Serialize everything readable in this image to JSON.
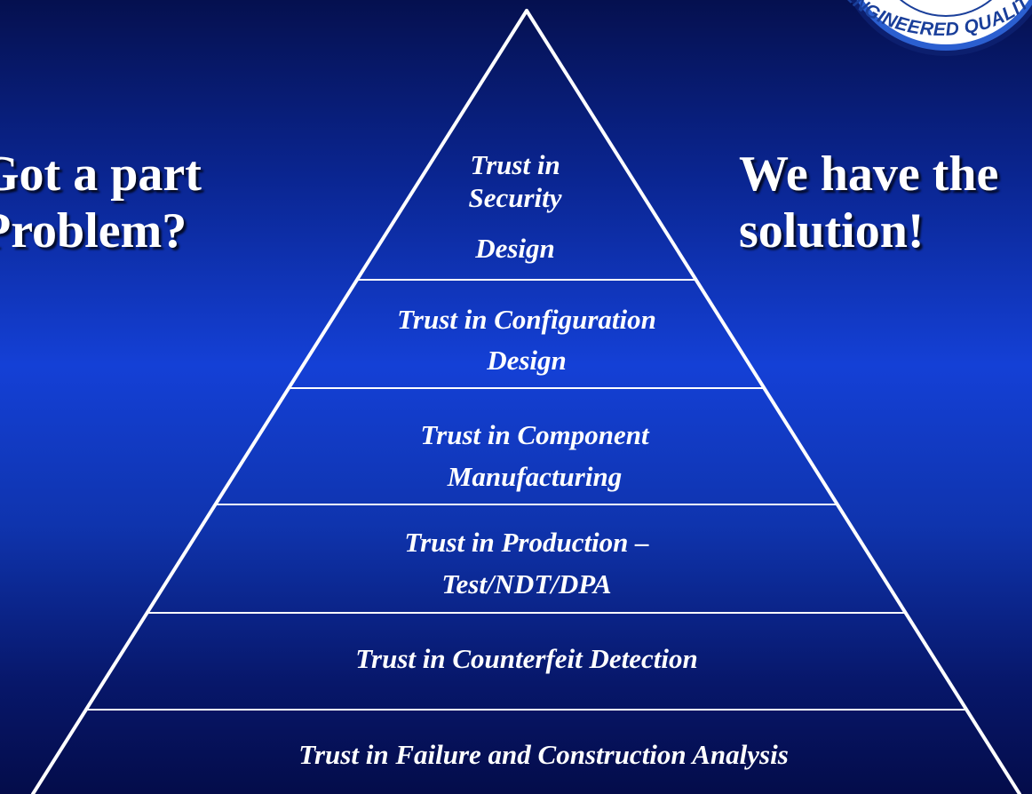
{
  "headline_left": {
    "line1": "Got a part",
    "line2": "Problem?"
  },
  "headline_right": {
    "line1": "We have the",
    "line2": "solution!"
  },
  "pyramid": {
    "tiers": [
      {
        "lines": [
          "Trust in",
          "Security",
          "Design"
        ]
      },
      {
        "lines": [
          "Trust in Configuration",
          "Design"
        ]
      },
      {
        "lines": [
          "Trust in Component",
          "Manufacturing"
        ]
      },
      {
        "lines": [
          "Trust in Production –",
          "Test/NDT/DPA"
        ]
      },
      {
        "lines": [
          "Trust in Counterfeit Detection"
        ]
      },
      {
        "lines": [
          "Trust in Failure and Construction Analysis"
        ]
      }
    ]
  },
  "seal": {
    "text": "ENGINEERED QUALITY"
  },
  "colors": {
    "background_top": "#05104f",
    "background_mid": "#1440d6",
    "text": "#ffffff",
    "pyramid_lines": "#ffffff"
  }
}
